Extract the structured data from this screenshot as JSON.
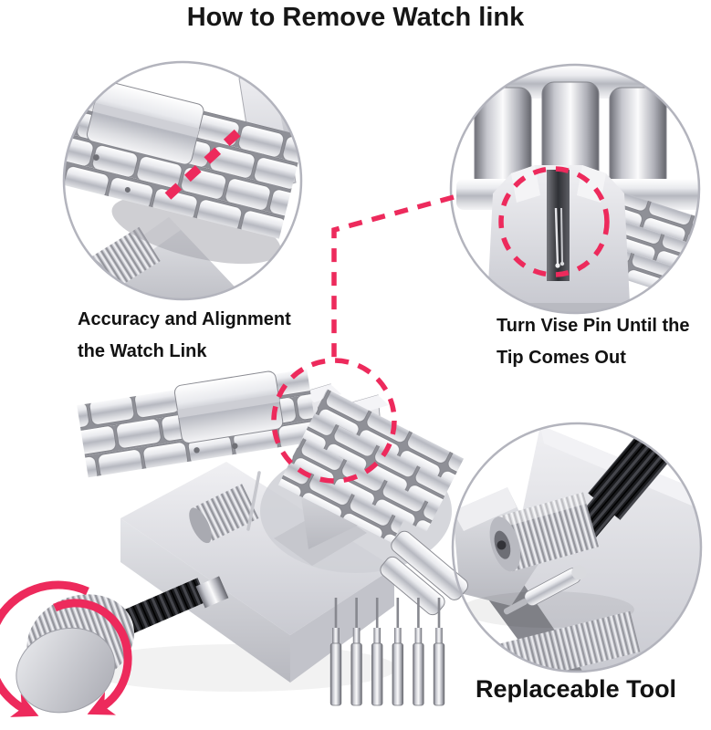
{
  "title": "How to Remove Watch link",
  "captions": {
    "accuracy_line1": "Accuracy and Alignment",
    "accuracy_line2": "the Watch Link",
    "vise_line1": "Turn Vise Pin Until the",
    "vise_line2": "Tip Comes Out",
    "replaceable": "Replaceable Tool"
  },
  "graphics": {
    "inset_left": "watch-band-clamped-in-tool-closeup",
    "inset_right": "vise-pin-tip-closeup",
    "inset_bottom": "replaceable-pin-mechanism-closeup",
    "main_photo": "watch-link-remover-tool-with-band",
    "replacement_pin_count": 6
  },
  "colors": {
    "accent_pink": "#ED2A5C",
    "circle_border": "#B3B4BD",
    "text": "#111111",
    "background": "#FFFFFF"
  }
}
